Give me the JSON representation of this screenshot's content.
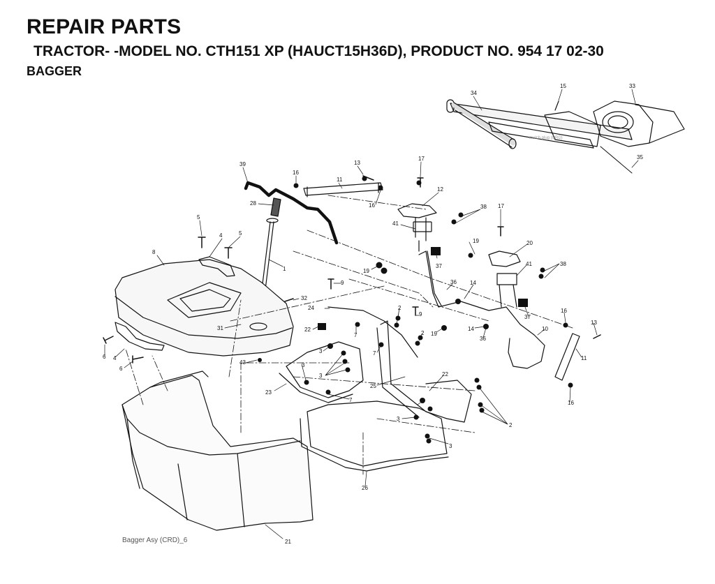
{
  "header": {
    "title": "REPAIR PARTS",
    "subtitle": "TRACTOR- -MODEL NO. CTH151 XP (HAUCT15H36D), PRODUCT NO. 954 17 02-30",
    "section": "BAGGER"
  },
  "diagram": {
    "caption": "Bagger Asy (CRD)_6",
    "inset_caption": "mulch plug (CRD)",
    "part_callouts": [
      "34",
      "15",
      "33",
      "35",
      "39",
      "16",
      "11",
      "13",
      "17",
      "12",
      "28",
      "16",
      "38",
      "17",
      "5",
      "4",
      "5",
      "41",
      "19",
      "20",
      "8",
      "1",
      "19",
      "37",
      "41",
      "38",
      "36",
      "14",
      "32",
      "9",
      "24",
      "2",
      "16",
      "13",
      "31",
      "22",
      "9",
      "37",
      "10",
      "7",
      "2",
      "14",
      "36",
      "19",
      "6",
      "4",
      "6",
      "43",
      "3",
      "11",
      "7",
      "3",
      "16",
      "22",
      "23",
      "25",
      "3",
      "7",
      "3",
      "2",
      "3",
      "26",
      "21"
    ]
  }
}
